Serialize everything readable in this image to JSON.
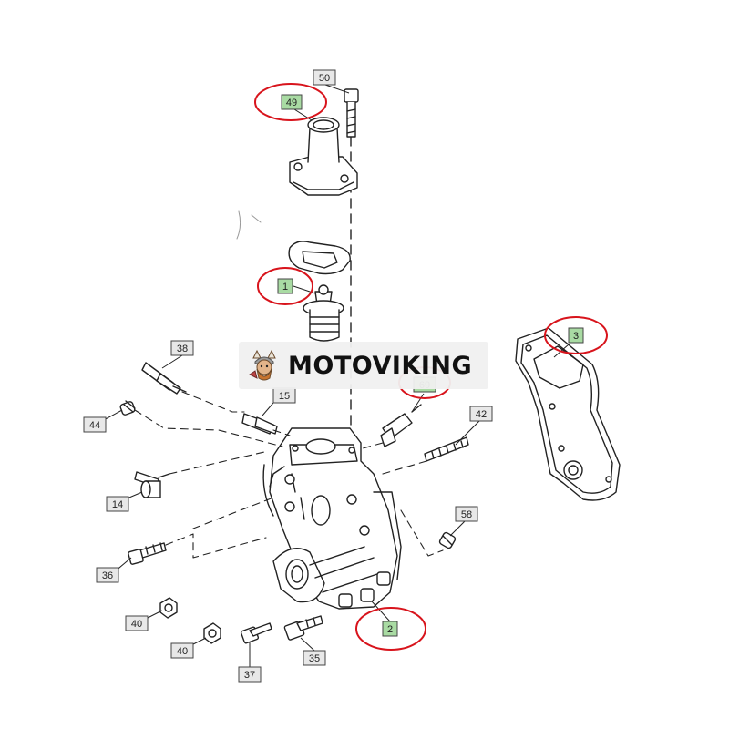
{
  "watermark": {
    "brand": "MOTOVIKING"
  },
  "callouts": [
    {
      "id": "49",
      "label": "49",
      "highlighted": true
    },
    {
      "id": "50",
      "label": "50",
      "highlighted": false
    },
    {
      "id": "1",
      "label": "1",
      "highlighted": true
    },
    {
      "id": "3",
      "label": "3",
      "highlighted": true
    },
    {
      "id": "38",
      "label": "38",
      "highlighted": false
    },
    {
      "id": "69",
      "label": "69",
      "highlighted": true
    },
    {
      "id": "15",
      "label": "15",
      "highlighted": false
    },
    {
      "id": "44",
      "label": "44",
      "highlighted": false
    },
    {
      "id": "42",
      "label": "42",
      "highlighted": false
    },
    {
      "id": "14",
      "label": "14",
      "highlighted": false
    },
    {
      "id": "58",
      "label": "58",
      "highlighted": false
    },
    {
      "id": "36",
      "label": "36",
      "highlighted": false
    },
    {
      "id": "40a",
      "label": "40",
      "highlighted": false
    },
    {
      "id": "40b",
      "label": "40",
      "highlighted": false
    },
    {
      "id": "2",
      "label": "2",
      "highlighted": true
    },
    {
      "id": "35",
      "label": "35",
      "highlighted": false
    },
    {
      "id": "37",
      "label": "37",
      "highlighted": false
    }
  ],
  "colors": {
    "highlight_ring": "#d8141c",
    "highlight_fill": "#a9dba3",
    "line": "#222222"
  }
}
